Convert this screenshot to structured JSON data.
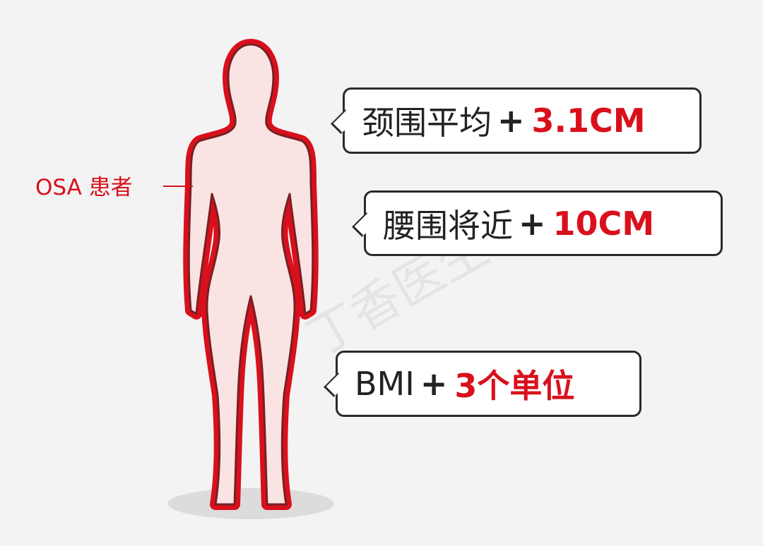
{
  "label": {
    "text": "OSA 患者"
  },
  "callouts": [
    {
      "prefix": "颈围平均",
      "plus": "+",
      "value": "3.1CM"
    },
    {
      "prefix": "腰围将近",
      "plus": "+",
      "value": "10CM"
    },
    {
      "prefix": "BMI",
      "plus": "+",
      "value": "3个单位"
    }
  ],
  "watermark": "丁香医生",
  "colors": {
    "accent": "#d9101c",
    "body_fill": "#f9e3e3",
    "outline": "#7a1f23",
    "background": "#f3f3f3"
  }
}
